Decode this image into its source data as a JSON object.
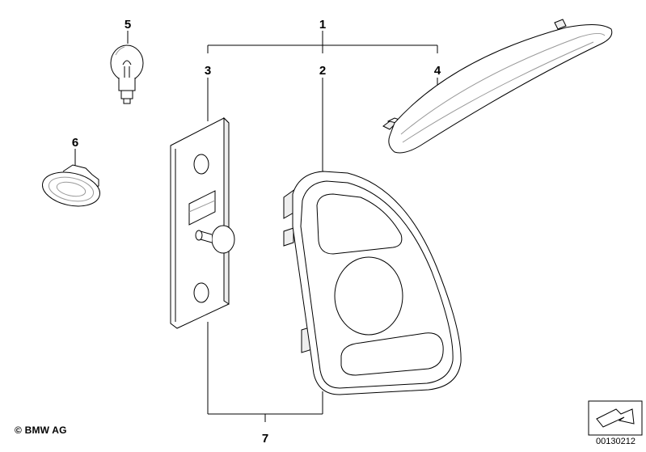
{
  "callouts": {
    "c1": "1",
    "c2": "2",
    "c3": "3",
    "c4": "4",
    "c5": "5",
    "c6": "6",
    "c7": "7"
  },
  "footer": {
    "copyright": "© BMW AG",
    "catalog_number": "00130212"
  },
  "colors": {
    "line": "#000000",
    "fill": "#ffffff",
    "shade": "#d9d9d9"
  },
  "parts": [
    {
      "callout": "1",
      "icon": "rear-light-set-icon"
    },
    {
      "callout": "2",
      "icon": "tail-light-housing-icon"
    },
    {
      "callout": "3",
      "icon": "bulb-holder-plate-icon"
    },
    {
      "callout": "4",
      "icon": "third-brake-light-icon"
    },
    {
      "callout": "5",
      "icon": "bulb-icon"
    },
    {
      "callout": "6",
      "icon": "side-marker-light-icon"
    },
    {
      "callout": "7",
      "icon": "light-assembly-group-icon"
    }
  ]
}
